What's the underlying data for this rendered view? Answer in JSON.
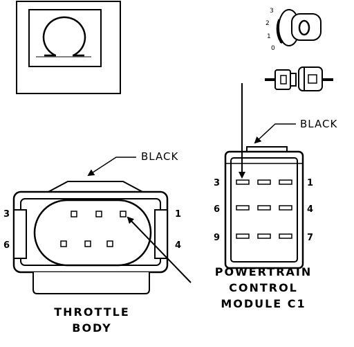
{
  "ohm_box": {
    "symbol": "ohm-symbol"
  },
  "ignition_key": {
    "positions": [
      "3",
      "2",
      "1",
      "0"
    ]
  },
  "throttle_body": {
    "caption_line1": "THROTTLE",
    "caption_line2": "BODY",
    "wire_color": "BLACK",
    "pins": {
      "p3": "3",
      "p1": "1",
      "p6": "6",
      "p4": "4"
    }
  },
  "pcm": {
    "caption_line1": "POWERTRAIN",
    "caption_line2": "CONTROL",
    "caption_line3": "MODULE C1",
    "wire_color": "BLACK",
    "pins": {
      "p3": "3",
      "p1": "1",
      "p6": "6",
      "p4": "4",
      "p9": "9",
      "p7": "7"
    }
  },
  "colors": {
    "ink": "#000000",
    "paper": "#ffffff"
  }
}
